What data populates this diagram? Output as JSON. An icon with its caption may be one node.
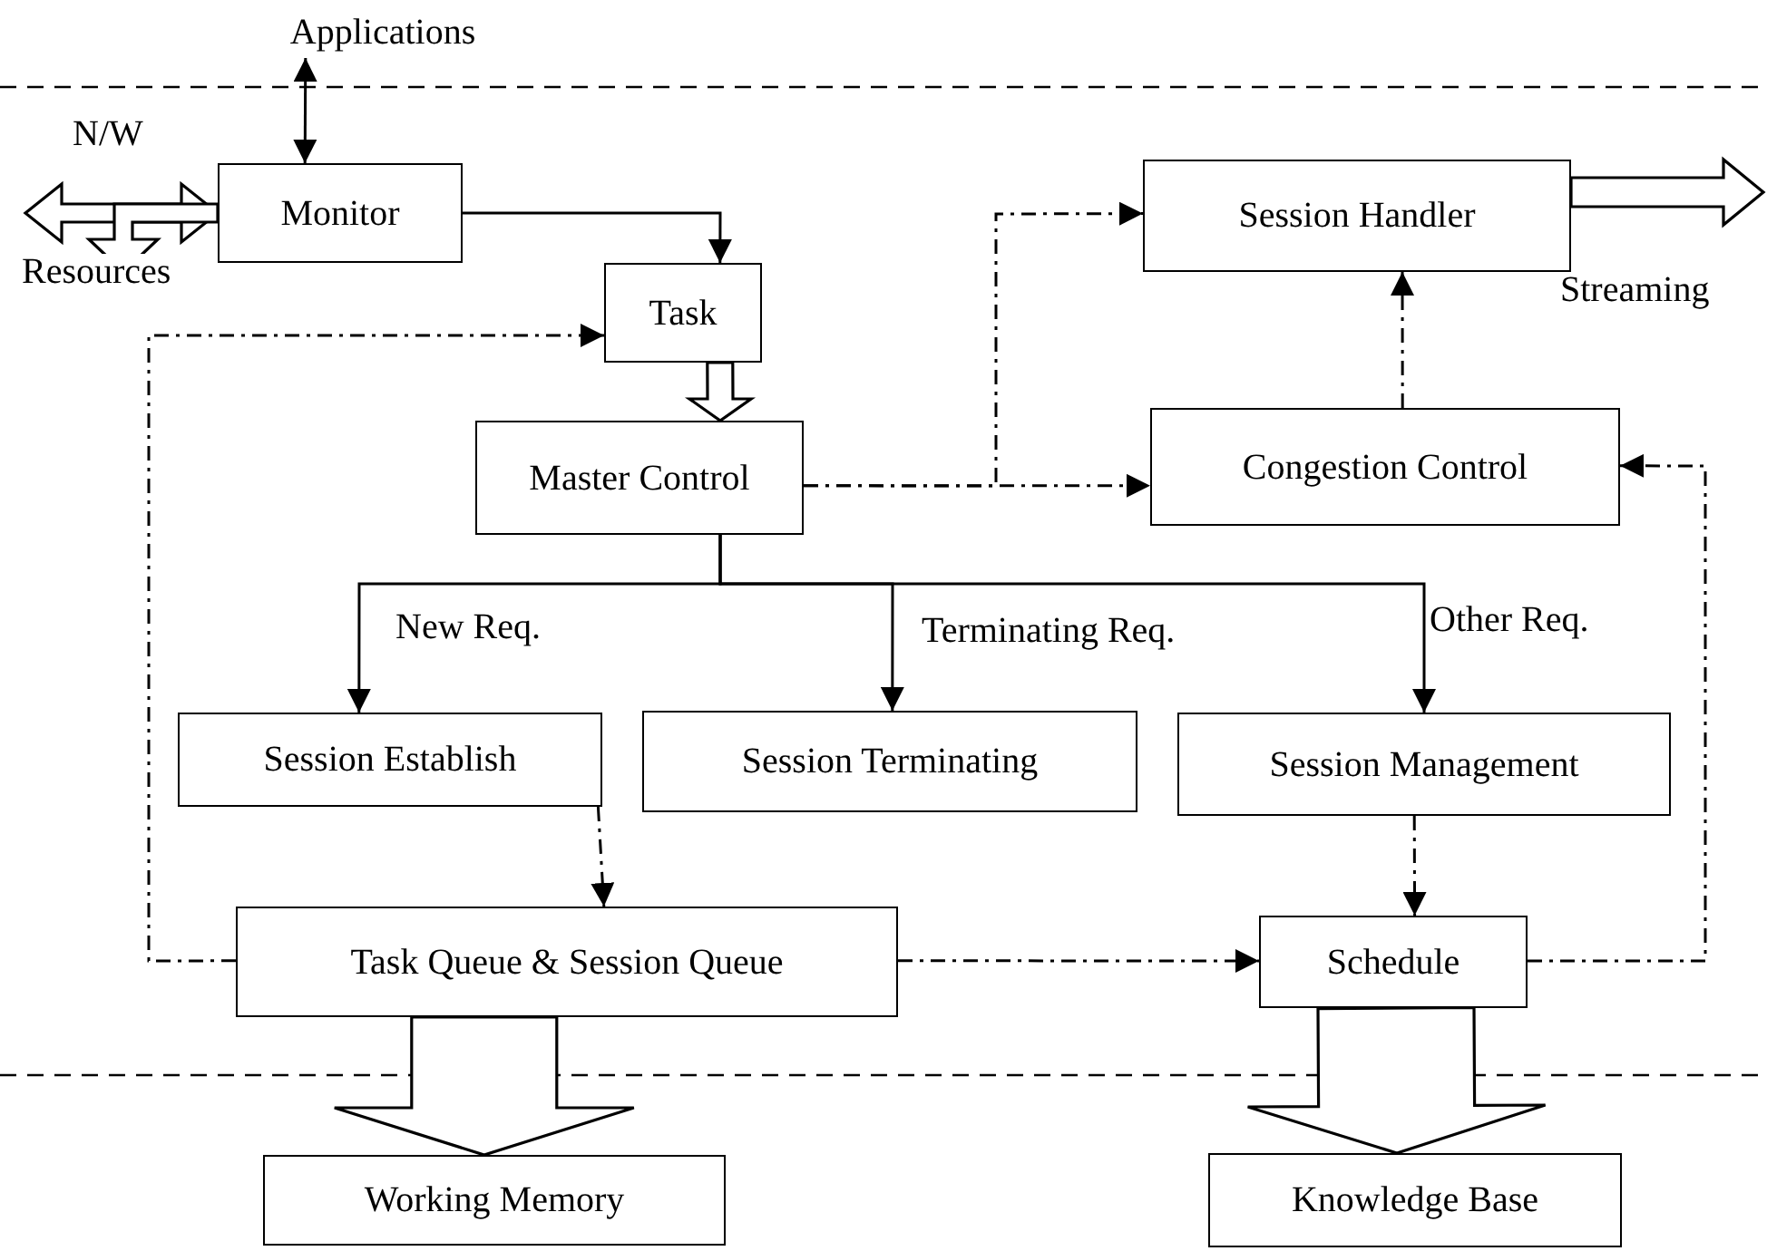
{
  "diagram": {
    "nodes": [
      {
        "text": [
          "Applications"
        ]
      },
      {
        "text": [
          "Monitor"
        ]
      },
      {
        "text": [
          "Task"
        ]
      },
      {
        "text": [
          "Master Control"
        ]
      },
      {
        "text": [
          "Session Handler"
        ]
      },
      {
        "text": [
          "Congestion Control"
        ]
      },
      {
        "text": [
          "Session Establish"
        ]
      },
      {
        "text": [
          "Session Terminating"
        ]
      },
      {
        "text": [
          "Session Management"
        ]
      },
      {
        "text": [
          "Task Queue & Session Queue"
        ]
      },
      {
        "text": [
          "Schedule"
        ]
      },
      {
        "text": [
          "Working Memory"
        ]
      },
      {
        "text": [
          "Knowledge Base"
        ]
      }
    ],
    "edges": [
      {
        "from": 0,
        "to": 1,
        "arrow": "both"
      },
      {
        "from": null,
        "to": 1,
        "arrow": "both",
        "label": "N/W",
        "style": "thick"
      },
      {
        "from": 1,
        "to": null,
        "arrow": "to",
        "label": "Resources",
        "style": "thick"
      },
      {
        "from": 1,
        "to": 2,
        "arrow": "to"
      },
      {
        "from": 2,
        "to": 3,
        "arrow": "to",
        "style": "thick"
      },
      {
        "from": 3,
        "to": 5,
        "arrow": "to",
        "style": "dashed"
      },
      {
        "from": 3,
        "to": 4,
        "arrow": "to",
        "style": "dashed"
      },
      {
        "from": 5,
        "to": 4,
        "arrow": "to",
        "style": "dashed"
      },
      {
        "from": 4,
        "to": null,
        "arrow": "to",
        "label": "Streaming",
        "style": "thick"
      },
      {
        "from": 3,
        "to": 6,
        "arrow": "to",
        "label": "New Req."
      },
      {
        "from": 3,
        "to": 7,
        "arrow": "to",
        "label": "Terminating Req."
      },
      {
        "from": 3,
        "to": 8,
        "arrow": "to",
        "label": "Other Req."
      },
      {
        "from": 6,
        "to": 9,
        "arrow": "to",
        "style": "dashed"
      },
      {
        "from": 8,
        "to": 10,
        "arrow": "to",
        "style": "dashed"
      },
      {
        "from": 9,
        "to": 10,
        "arrow": "to",
        "style": "dashed"
      },
      {
        "from": 9,
        "to": 2,
        "arrow": "to",
        "style": "dashed"
      },
      {
        "from": 10,
        "to": 5,
        "arrow": "to",
        "style": "dashed"
      },
      {
        "from": 9,
        "to": 11,
        "arrow": "to",
        "style": "thick"
      },
      {
        "from": 10,
        "to": 12,
        "arrow": "to",
        "style": "thick"
      }
    ]
  }
}
